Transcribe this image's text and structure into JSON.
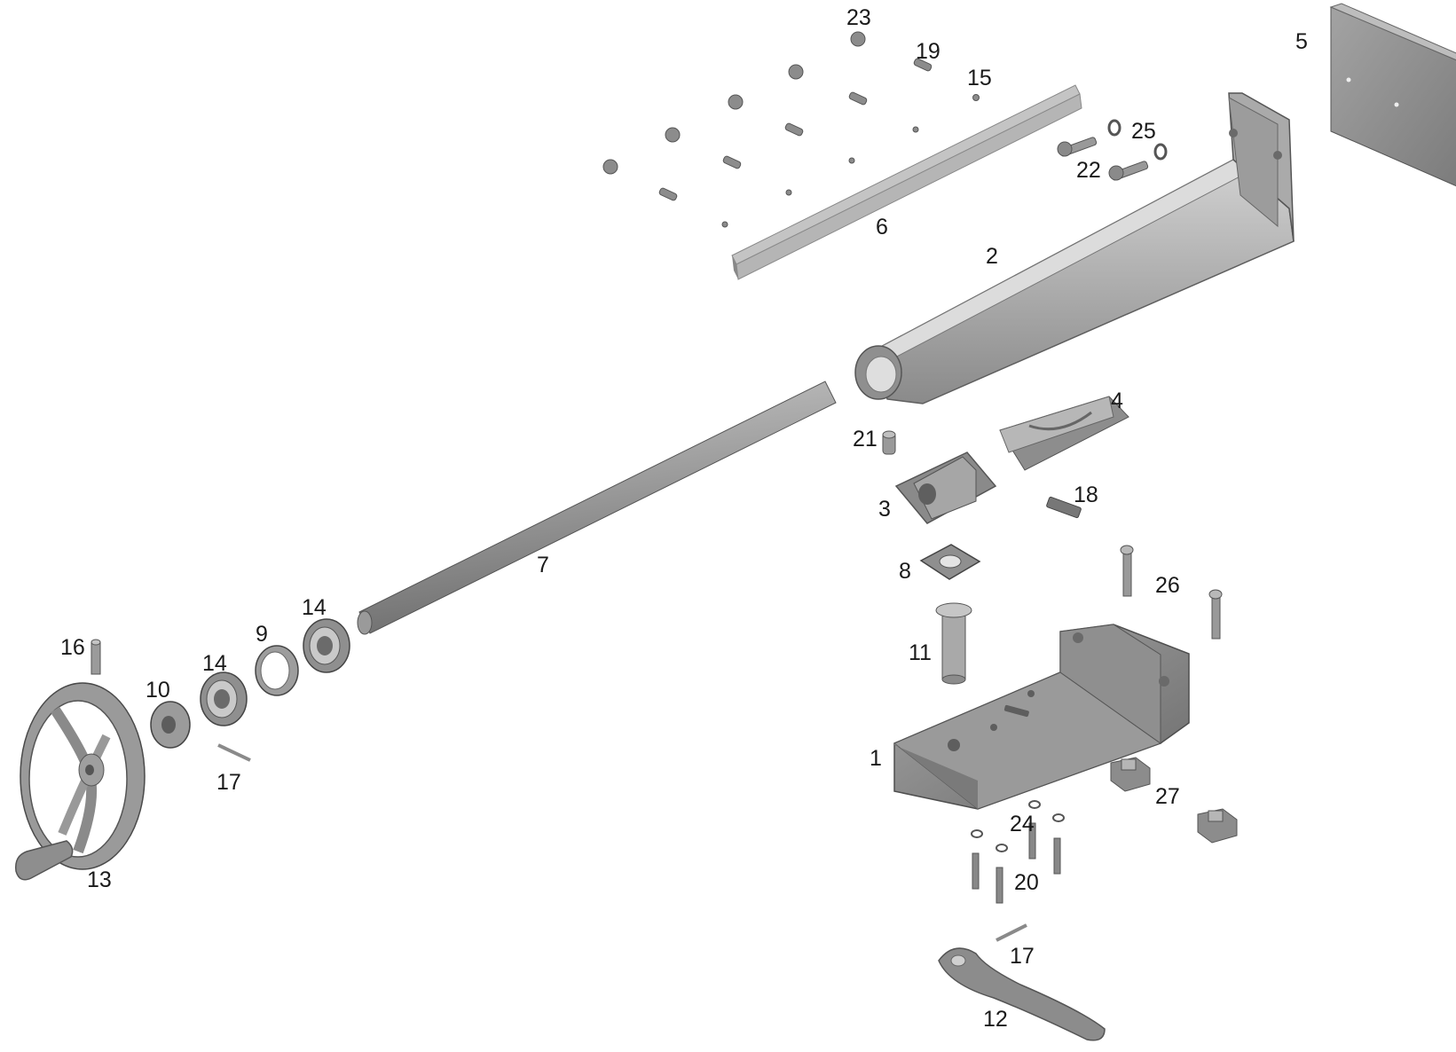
{
  "diagram": {
    "type": "exploded-assembly",
    "colors": {
      "part_fill": "#9a9a9a",
      "part_light": "#c4c4c4",
      "part_dark": "#5c5c5c",
      "outline": "#3c3c3c",
      "label_text": "#1a1a1a",
      "background": "#ffffff"
    },
    "parts": [
      {
        "id": "1",
        "name": "base-body"
      },
      {
        "id": "2",
        "name": "arm-beam"
      },
      {
        "id": "3",
        "name": "clamp-block"
      },
      {
        "id": "4",
        "name": "saddle-plate"
      },
      {
        "id": "5",
        "name": "end-plate"
      },
      {
        "id": "6",
        "name": "guide-strip"
      },
      {
        "id": "7",
        "name": "long-shaft"
      },
      {
        "id": "8",
        "name": "square-washer"
      },
      {
        "id": "9",
        "name": "ring"
      },
      {
        "id": "10",
        "name": "hub-collar"
      },
      {
        "id": "11",
        "name": "pin"
      },
      {
        "id": "12",
        "name": "lever-handle"
      },
      {
        "id": "13",
        "name": "handwheel"
      },
      {
        "id": "14",
        "name": "ball-bearing"
      },
      {
        "id": "15",
        "name": "small-nut"
      },
      {
        "id": "16",
        "name": "dowel"
      },
      {
        "id": "17",
        "name": "roll-pin"
      },
      {
        "id": "18",
        "name": "key"
      },
      {
        "id": "19",
        "name": "set-screw"
      },
      {
        "id": "20",
        "name": "cap-screw"
      },
      {
        "id": "21",
        "name": "stud"
      },
      {
        "id": "22",
        "name": "bolt"
      },
      {
        "id": "23",
        "name": "hex-nut"
      },
      {
        "id": "24",
        "name": "washer"
      },
      {
        "id": "25",
        "name": "lock-washer"
      },
      {
        "id": "26",
        "name": "long-screw"
      },
      {
        "id": "27",
        "name": "t-block"
      }
    ],
    "callouts": [
      {
        "text": "23"
      },
      {
        "text": "19"
      },
      {
        "text": "15"
      },
      {
        "text": "5"
      },
      {
        "text": "25"
      },
      {
        "text": "22"
      },
      {
        "text": "6"
      },
      {
        "text": "2"
      },
      {
        "text": "4"
      },
      {
        "text": "21"
      },
      {
        "text": "18"
      },
      {
        "text": "3"
      },
      {
        "text": "8"
      },
      {
        "text": "26"
      },
      {
        "text": "7"
      },
      {
        "text": "14"
      },
      {
        "text": "16"
      },
      {
        "text": "9"
      },
      {
        "text": "14"
      },
      {
        "text": "10"
      },
      {
        "text": "11"
      },
      {
        "text": "1"
      },
      {
        "text": "17"
      },
      {
        "text": "27"
      },
      {
        "text": "24"
      },
      {
        "text": "13"
      },
      {
        "text": "20"
      },
      {
        "text": "17"
      },
      {
        "text": "12"
      }
    ]
  }
}
